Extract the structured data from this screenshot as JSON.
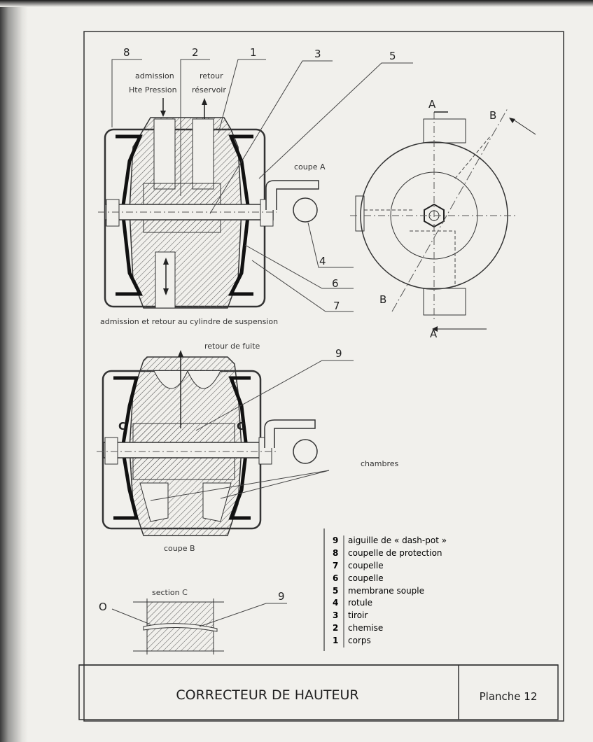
{
  "drawing": {
    "callouts_top": [
      "8",
      "2",
      "1",
      "3",
      "5",
      "4",
      "6",
      "7"
    ],
    "admission_line1": "admission",
    "admission_line2": "Hte Pression",
    "retour_line1": "retour",
    "retour_line2": "réservoir",
    "coupe_a": "coupe A",
    "section_a_top": "A",
    "section_a_bottom": "A",
    "section_b_top": "B",
    "section_b_bottom": "B",
    "admission_retour": "admission et retour au cylindre de suspension",
    "retour_fuite": "retour de fuite",
    "callout_9": "9",
    "c_left": "C",
    "c_right": "C",
    "chambres": "chambres",
    "coupe_b": "coupe B",
    "section_c": "section C",
    "o_label": "O",
    "callout_9_section": "9"
  },
  "legend": [
    {
      "num": "9",
      "label": "aiguille de « dash-pot »"
    },
    {
      "num": "8",
      "label": "coupelle de protection"
    },
    {
      "num": "7",
      "label": "coupelle"
    },
    {
      "num": "6",
      "label": "coupelle"
    },
    {
      "num": "5",
      "label": "membrane souple"
    },
    {
      "num": "4",
      "label": "rotule"
    },
    {
      "num": "3",
      "label": "tiroir"
    },
    {
      "num": "2",
      "label": "chemise"
    },
    {
      "num": "1",
      "label": "corps"
    }
  ],
  "title_block": {
    "title": "CORRECTEUR DE HAUTEUR",
    "plate": "Planche 12"
  }
}
